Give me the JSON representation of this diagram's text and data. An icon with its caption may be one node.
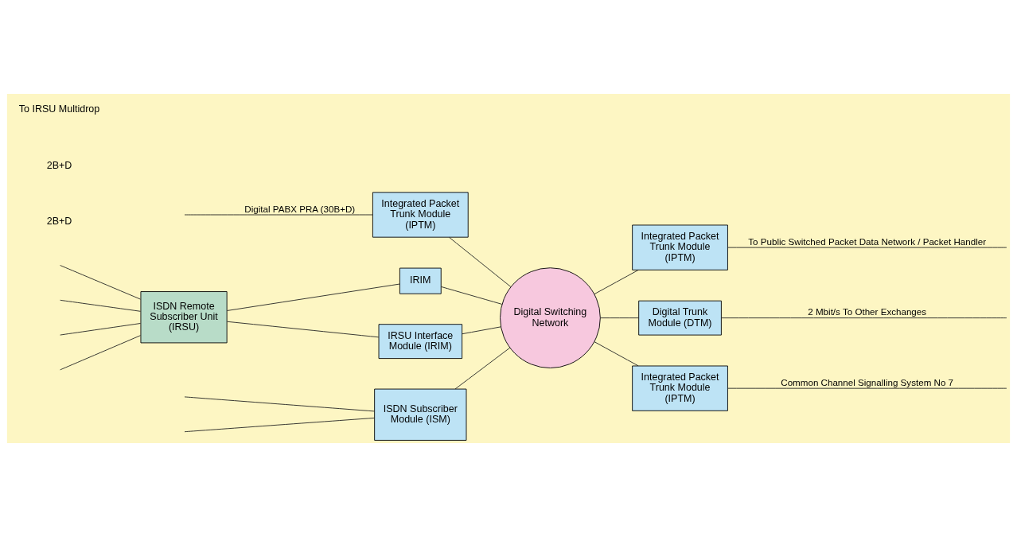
{
  "diagram": {
    "nodes": [
      {
        "text": [
          "ISDN Subscriber Module (ISM)"
        ]
      },
      {
        "text": [
          "Integrated Packet Trunk Module (IPTM)"
        ]
      },
      {
        "text": [
          "Integrated Packet Trunk Module (IPTM)"
        ]
      },
      {
        "text": [
          "Digital Switching Network"
        ]
      },
      {
        "text": [
          "Digital Trunk Module (DTM)"
        ]
      },
      {
        "text": [
          "ISDN Remote Subscriber Unit (IRSU)"
        ]
      },
      {
        "text": [
          "IRIM"
        ]
      },
      {
        "text": [
          "IRSU Interface Module (IRIM)"
        ]
      },
      {
        "text": [
          "Integrated Packet Trunk Module (IPTM)"
        ]
      }
    ],
    "edges": [
      {
        "from": null,
        "to": 0,
        "arrow": "none"
      },
      {
        "from": null,
        "to": 0,
        "arrow": "none"
      },
      {
        "from": 0,
        "to": 3,
        "arrow": "none"
      },
      {
        "from": 1,
        "to": null,
        "arrow": "none",
        "label": "To Public Switched Packet Data Network / Packet Handler"
      },
      {
        "from": 3,
        "to": 1,
        "arrow": "none"
      },
      {
        "from": null,
        "to": 2,
        "arrow": "none",
        "label": "Digital PABX PRA (30B+D)"
      },
      {
        "from": 2,
        "to": 3,
        "arrow": "none"
      },
      {
        "from": 3,
        "to": 4,
        "arrow": "none"
      },
      {
        "from": 4,
        "to": null,
        "arrow": "none",
        "label": "2 Mbit/s To Other Exchanges"
      },
      {
        "from": null,
        "to": 5,
        "arrow": "none"
      },
      {
        "from": null,
        "to": 5,
        "arrow": "none"
      },
      {
        "from": 5,
        "to": null,
        "arrow": "none"
      },
      {
        "from": 5,
        "to": null,
        "arrow": "none"
      },
      {
        "from": 5,
        "to": 6,
        "arrow": "none"
      },
      {
        "from": 5,
        "to": 7,
        "arrow": "none"
      },
      {
        "from": 6,
        "to": 3,
        "arrow": "none"
      },
      {
        "from": 7,
        "to": 3,
        "arrow": "none"
      },
      {
        "from": 3,
        "to": 8,
        "arrow": "none"
      },
      {
        "from": 8,
        "to": null,
        "arrow": "none",
        "label": "Common Channel Signalling System No 7"
      }
    ],
    "labels": [
      "2B+D",
      "2B+D",
      "To IRSU Multidrop"
    ]
  }
}
